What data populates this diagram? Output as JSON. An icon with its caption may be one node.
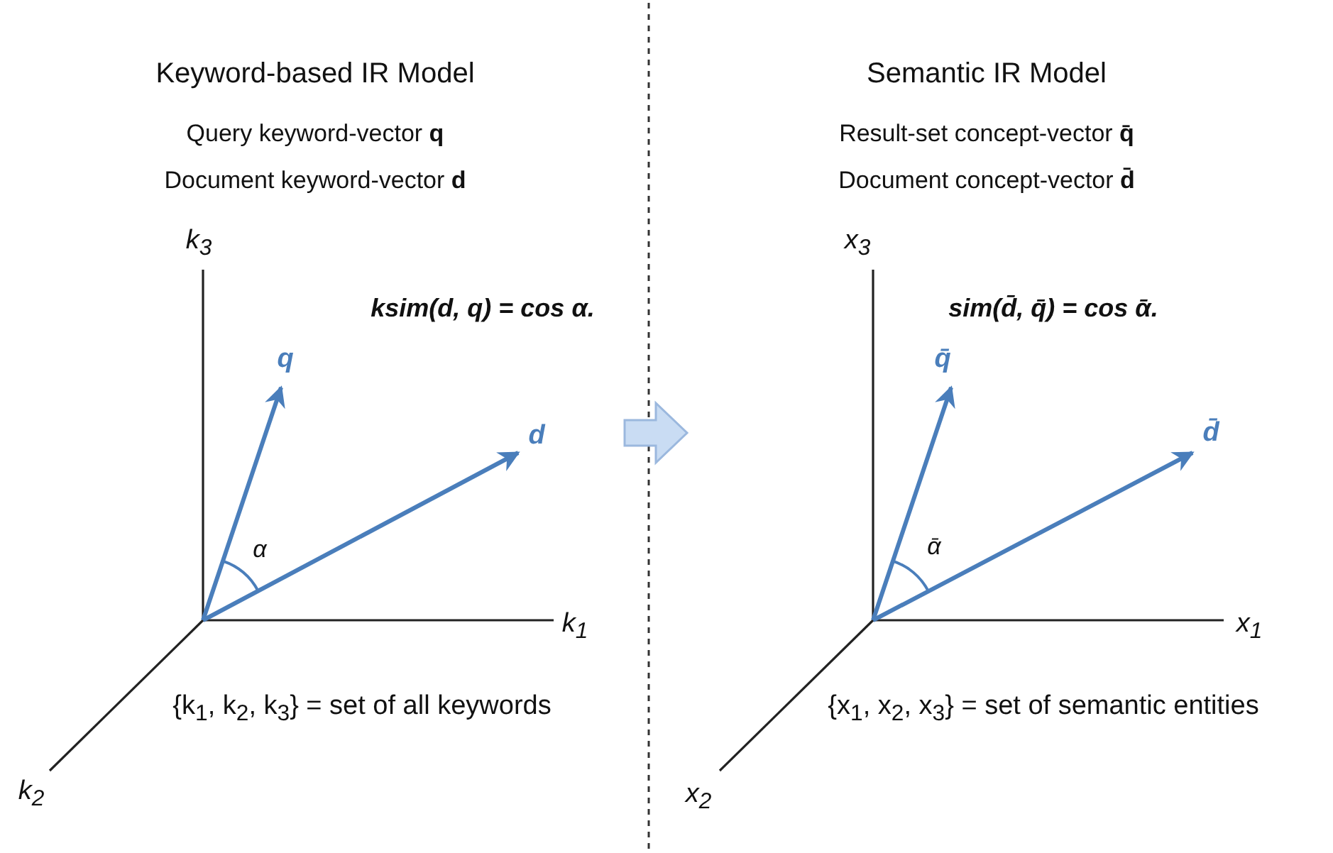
{
  "diagram": {
    "labels": [
      "Keyword-based IR Model",
      "Query keyword-vector **q**",
      "Document keyword-vector **d**",
      "k$_{3}$",
      "ksim(d, q) = cos α.",
      "q",
      "d",
      "α",
      "k$_{1}$",
      "{k$_{1}$, k$_{2}$, k$_{3}$} = set of all keywords",
      "k$_{2}$",
      "Semantic IR Model",
      "Result-set concept-vector **q̄**",
      "Document concept-vector **d̄**",
      "x$_{3}$",
      "sim(d̄, q̄) = cos ᾱ.",
      "q̄",
      "d̄",
      "ᾱ",
      "x$_{1}$",
      "{x$_{1}$, x$_{2}$, x$_{3}$} = set of semantic entities",
      "x$_{2}$"
    ]
  }
}
